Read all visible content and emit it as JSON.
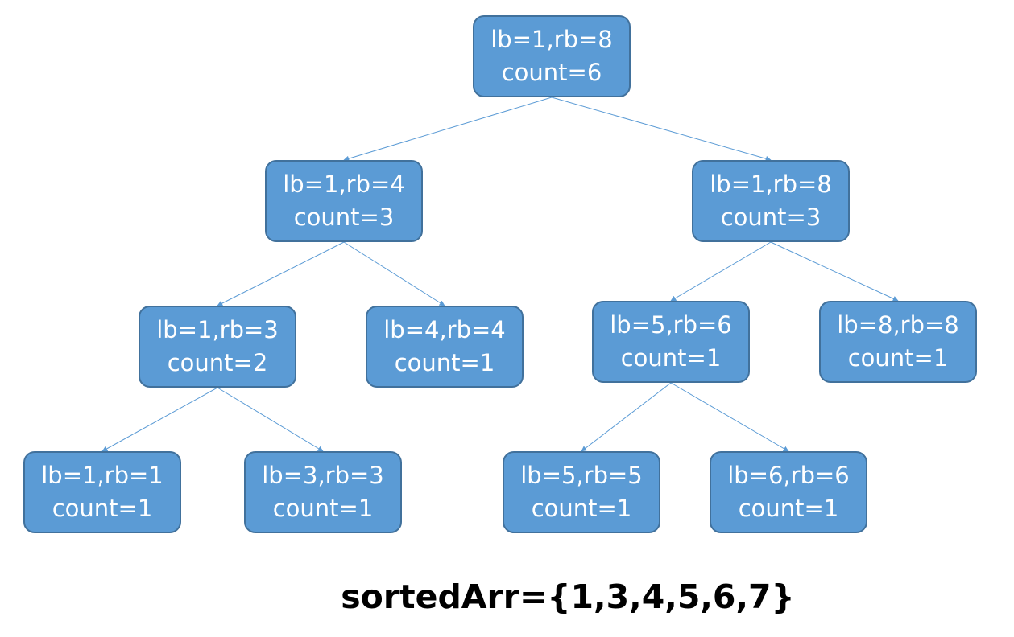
{
  "nodes": [
    {
      "id": "root",
      "range": "lb=1,rb=8",
      "count": "count=6"
    },
    {
      "id": "l",
      "range": "lb=1,rb=4",
      "count": "count=3"
    },
    {
      "id": "r",
      "range": "lb=1,rb=8",
      "count": "count=3"
    },
    {
      "id": "ll",
      "range": "lb=1,rb=3",
      "count": "count=2"
    },
    {
      "id": "lr",
      "range": "lb=4,rb=4",
      "count": "count=1"
    },
    {
      "id": "rl",
      "range": "lb=5,rb=6",
      "count": "count=1"
    },
    {
      "id": "rr",
      "range": "lb=8,rb=8",
      "count": "count=1"
    },
    {
      "id": "lll",
      "range": "lb=1,rb=1",
      "count": "count=1"
    },
    {
      "id": "llr",
      "range": "lb=3,rb=3",
      "count": "count=1"
    },
    {
      "id": "rll",
      "range": "lb=5,rb=5",
      "count": "count=1"
    },
    {
      "id": "rlr",
      "range": "lb=6,rb=6",
      "count": "count=1"
    }
  ],
  "edges": [
    [
      "root",
      "l"
    ],
    [
      "root",
      "r"
    ],
    [
      "l",
      "ll"
    ],
    [
      "l",
      "lr"
    ],
    [
      "r",
      "rl"
    ],
    [
      "r",
      "rr"
    ],
    [
      "ll",
      "lll"
    ],
    [
      "ll",
      "llr"
    ],
    [
      "rl",
      "rll"
    ],
    [
      "rl",
      "rlr"
    ]
  ],
  "caption": "sortedArr={1,3,4,5,6,7}",
  "colors": {
    "node_fill": "#5b9bd5",
    "node_border": "#41719c",
    "edge": "#5b9bd5",
    "text": "#ffffff"
  }
}
